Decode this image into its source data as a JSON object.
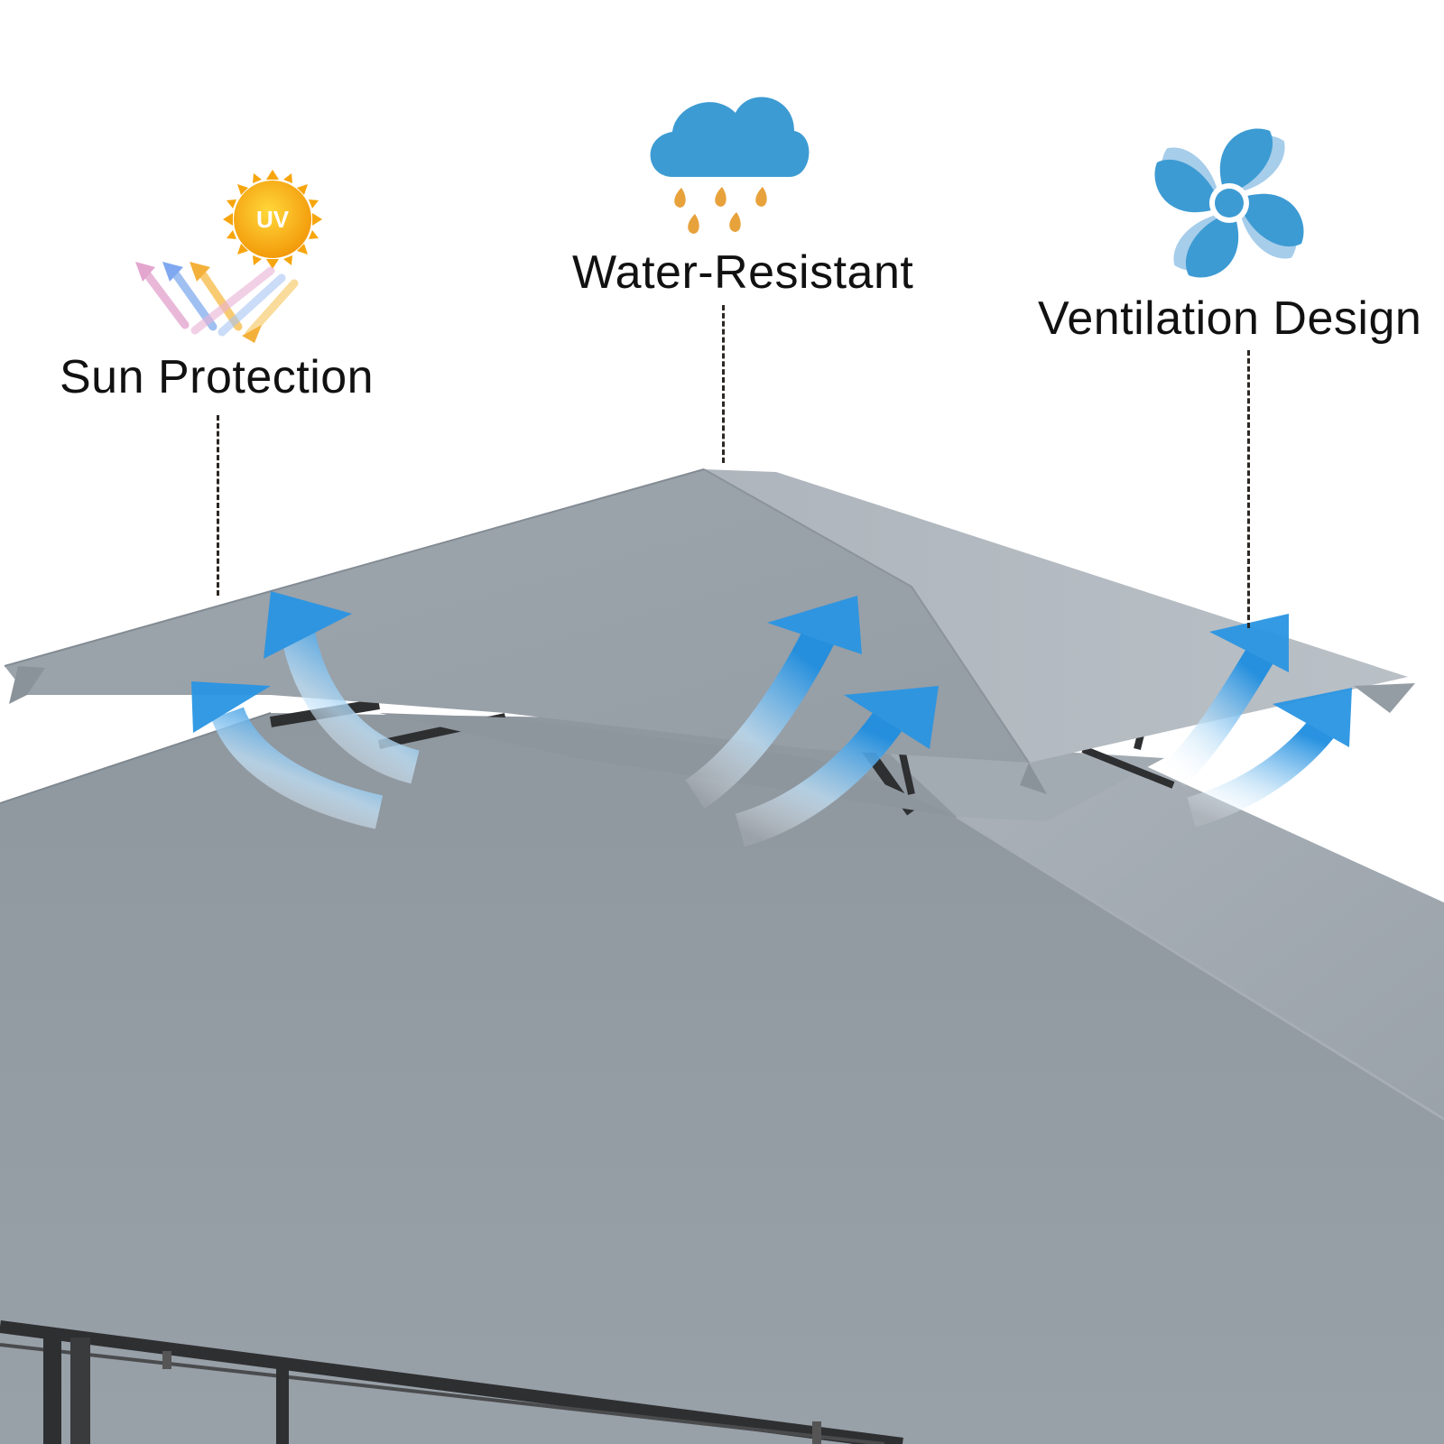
{
  "features": {
    "sun": {
      "label": "Sun Protection",
      "badge": "UV",
      "icon": "uv-sun-icon"
    },
    "water": {
      "label": "Water-Resistant",
      "icon": "rain-cloud-icon"
    },
    "vent": {
      "label": "Ventilation Design",
      "icon": "fan-icon"
    }
  },
  "colors": {
    "canopy": "#9aa2aa",
    "canopy_dark": "#868e96",
    "canopy_light": "#b4bbc2",
    "frame": "#2e2f31",
    "icon_blue": "#3d9bd3",
    "sun_orange": "#f7a50c",
    "drop_orange": "#e7a23b",
    "airflow_blue": "#2a95e3"
  }
}
